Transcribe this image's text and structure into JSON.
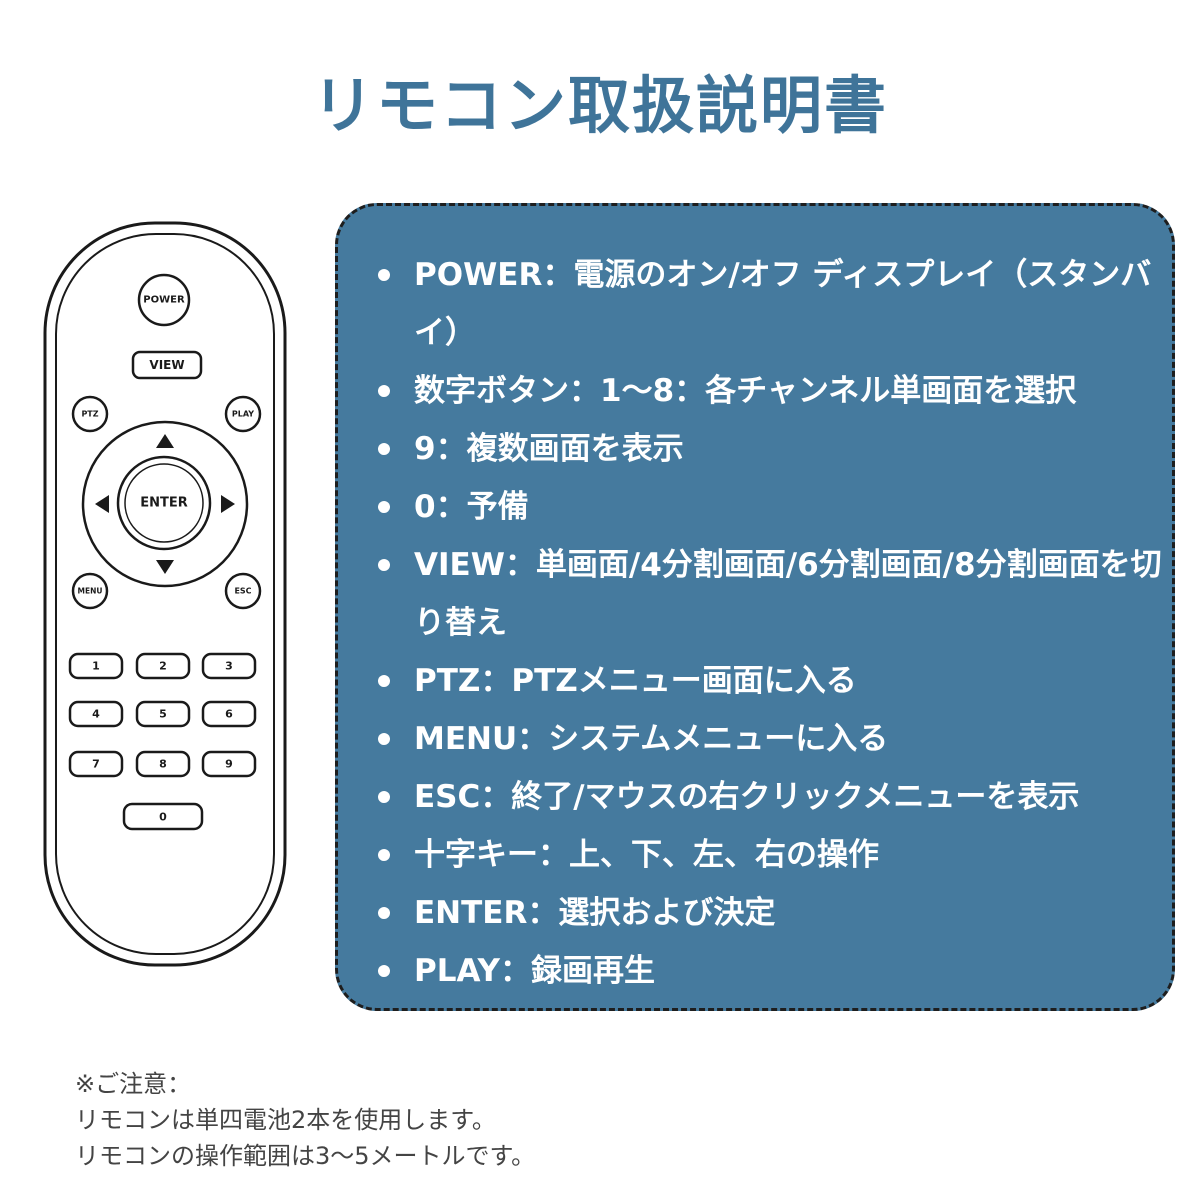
{
  "title": "リモコン取扱説明書",
  "remote": {
    "power": "POWER",
    "view": "VIEW",
    "ptz": "PTZ",
    "play": "PLAY",
    "enter": "ENTER",
    "menu": "MENU",
    "esc": "ESC",
    "digits": [
      "1",
      "2",
      "3",
      "4",
      "5",
      "6",
      "7",
      "8",
      "9",
      "0"
    ],
    "icons": [
      "up-arrow-icon",
      "down-arrow-icon",
      "left-arrow-icon",
      "right-arrow-icon"
    ]
  },
  "instructions": [
    "POWER：電源のオン/オフ ディスプレイ（スタンバイ）",
    "数字ボタン：1～8：各チャンネル単画面を選択",
    " 9：複数画面を表示",
    " 0：予備",
    "VIEW：単画面/4分割画面/6分割画面/8分割画面を切り替え",
    "PTZ：PTZメニュー画面に入る",
    "MENU：システムメニューに入る",
    "ESC：終了/マウスの右クリックメニューを表示",
    "十字キー：上、下、左、右の操作",
    "ENTER：選択および決定",
    "PLAY：録画再生"
  ],
  "notes": {
    "heading": "※ご注意：",
    "line1": "リモコンは単四電池2本を使用します。",
    "line2": "リモコンの操作範囲は3～5メートルです。"
  },
  "colors": {
    "title": "#3f7499",
    "panel": "#457a9e",
    "panel_text": "#ffffff"
  }
}
